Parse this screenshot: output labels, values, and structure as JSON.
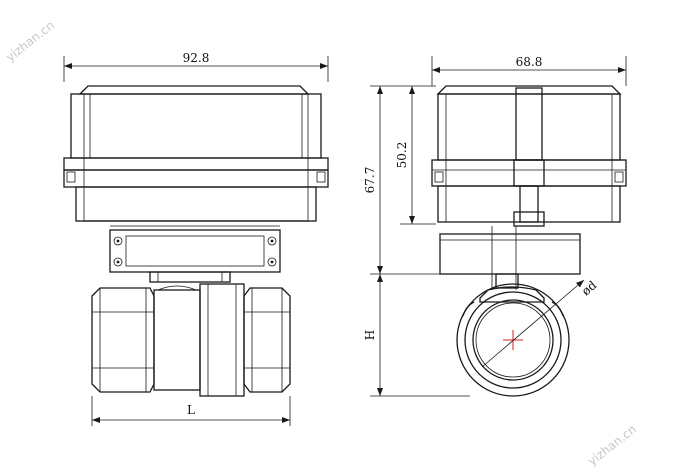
{
  "dimensions": {
    "front_width": "92.8",
    "side_width": "68.8",
    "actuator_height": "50.2",
    "total_height": "67.7",
    "body_height": "H",
    "body_length": "L",
    "port_diameter": "ød"
  },
  "watermark": "yizhan.cn",
  "colors": {
    "line": "#1a1a1a",
    "center_mark": "#d42020",
    "watermark": "#c8c8c8"
  }
}
